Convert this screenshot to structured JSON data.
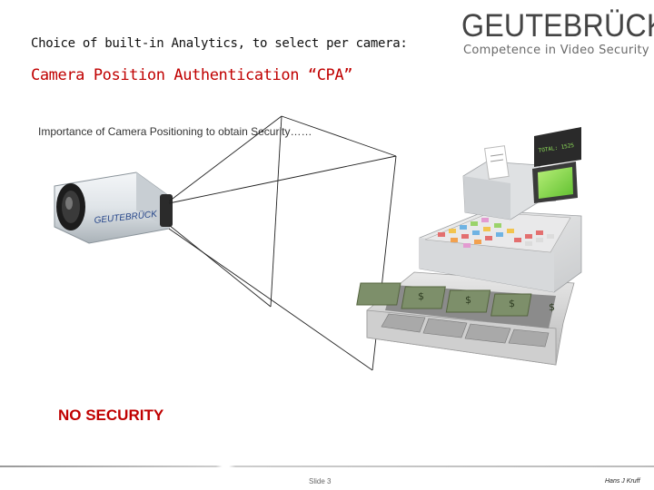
{
  "header": {
    "intro": "Choice of built-in Analytics, to select per camera:",
    "title": "Camera Position Authentication “CPA”"
  },
  "logo": {
    "wordmark": "GEUTEBRÜCK",
    "tagline": "Competence in Video Security"
  },
  "subtitle": "Importance of Camera Positioning to obtain Security……",
  "camera": {
    "brand": "GEUTEBRÜCK"
  },
  "register": {
    "display": "TOTAL: 1525",
    "bills": [
      "$",
      "$",
      "$",
      "$"
    ]
  },
  "alert": "NO SECURITY",
  "footer": {
    "slide": "Slide 3",
    "author": "Hans J Kruff"
  },
  "colors": {
    "accent": "#c00000",
    "logo": "#444444",
    "display": "#8fe05a"
  }
}
